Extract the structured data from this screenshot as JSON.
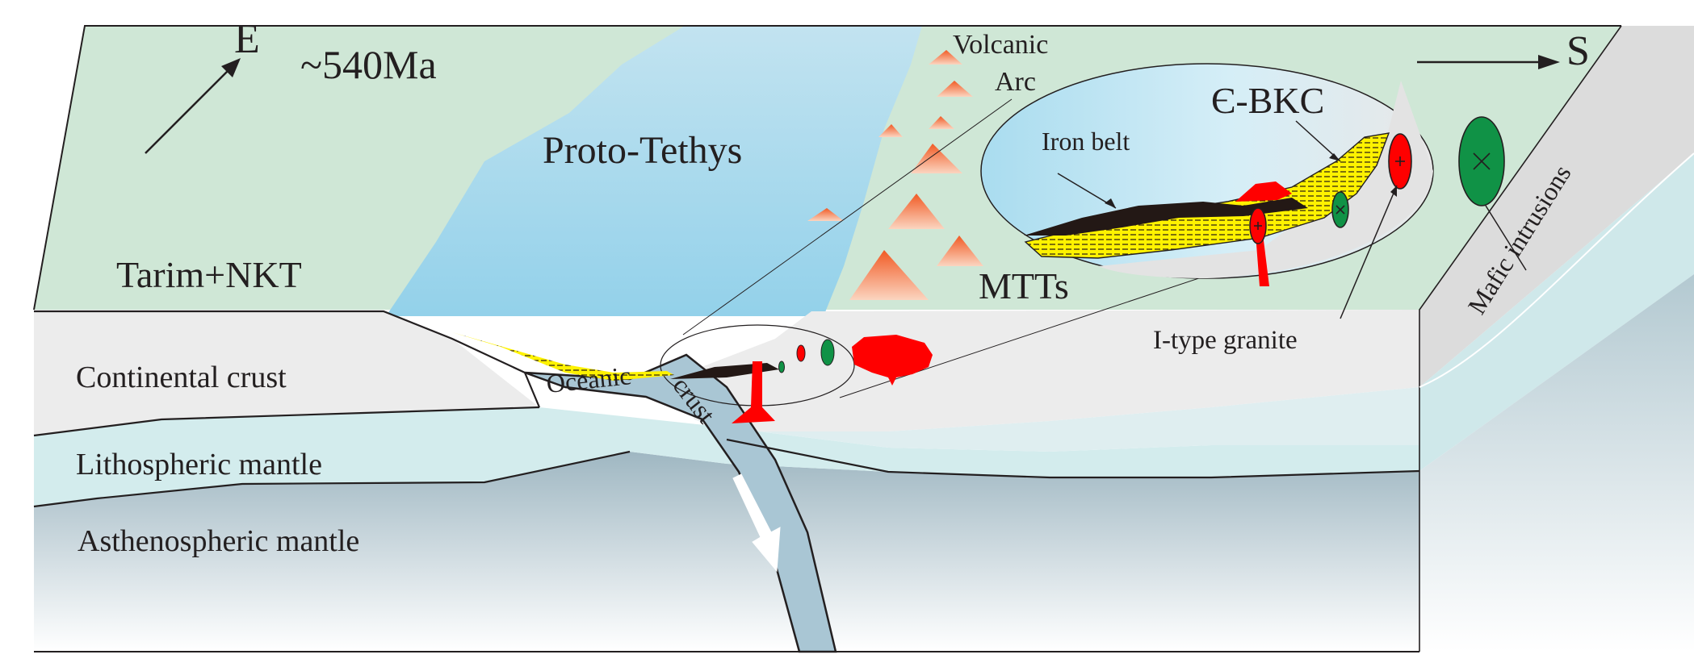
{
  "labels": {
    "age": "~540Ma",
    "east": "E",
    "south": "S",
    "ocean": "Proto-Tethys",
    "tarim": "Tarim+NKT",
    "volcanic_arc_1": "Volcanic",
    "volcanic_arc_2": "Arc",
    "mtts": "MTTs",
    "bkc": "Є-BKC",
    "iron_belt": "Iron belt",
    "mafic_intrusions": "Mafic intrusions",
    "i_type_granite": "I-type granite",
    "continental_crust": "Continental crust",
    "lithospheric_mantle": "Lithospheric mantle",
    "asthenospheric_mantle": "Asthenospheric mantle",
    "oceanic": "Oceanic",
    "crust": "crust"
  },
  "colors": {
    "land_green": "#cfe7d6",
    "ocean_top": "#b3dcee",
    "ocean_bottom": "#9fd5ea",
    "continental_crust": "#ececec",
    "lithospheric_mantle": "#d3eced",
    "asthenosphere_top": "#a7bcc5",
    "asthenosphere_bottom": "#ffffff",
    "oceanic_slab": "#a9c6d4",
    "granite_red": "#ff0000",
    "mafic_green": "#109246",
    "sediment_yellow": "#fff200",
    "iron_black": "#231815",
    "volcano_orange": "#f15a24"
  }
}
